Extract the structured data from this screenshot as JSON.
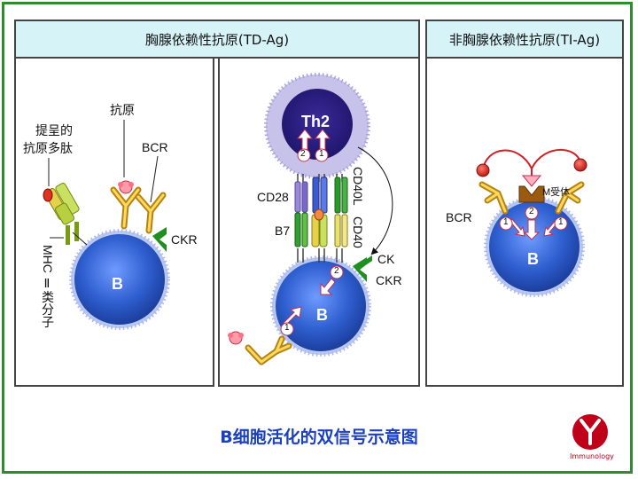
{
  "headers": {
    "td": "胸腺依赖性抗原(TD-Ag)",
    "ti": "非胸腺依赖性抗原(TI-Ag)"
  },
  "left_panel": {
    "presented_peptide": [
      "提呈的",
      "抗原多肽"
    ],
    "antigen": "抗原",
    "bcr": "BCR",
    "ckr": "CKR",
    "mhc": "MHC Ⅱ类分子",
    "b_cell": "B"
  },
  "middle_panel": {
    "th2": "Th2",
    "cd28": "CD28",
    "b7": "B7",
    "cd40l": "CD40L",
    "cd40": "CD40",
    "ck": "CK",
    "ckr": "CKR",
    "b_cell": "B",
    "signals": [
      "1",
      "2"
    ]
  },
  "right_panel": {
    "m_receptor": "M受体",
    "bcr": "BCR",
    "b_cell": "B",
    "signals": [
      "1",
      "2",
      "1"
    ]
  },
  "title": "B细胞活化的双信号示意图",
  "logo": "Immunology",
  "colors": {
    "frame": "#2e8b2e",
    "header_bg": "#d6f3f8",
    "title": "#1a3fbf",
    "cell_blue": "#2f5fd0",
    "receptor_yellow": "#e8b830"
  }
}
